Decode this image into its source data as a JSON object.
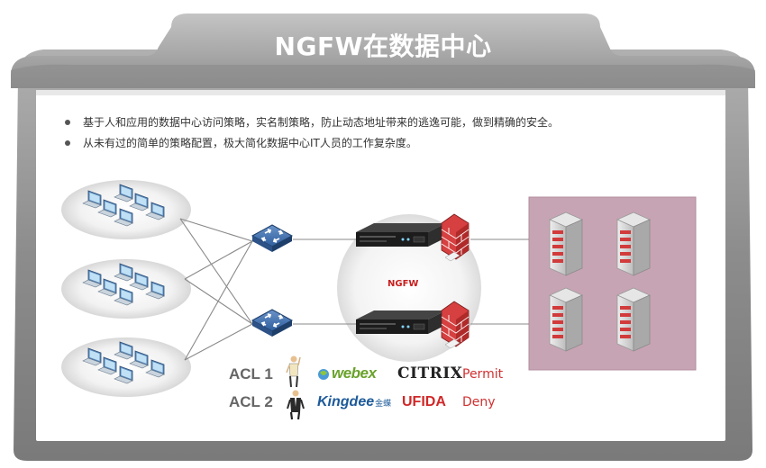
{
  "title": "NGFW在数据中心",
  "bullets": [
    "基于人和应用的数据中心访问策略，实名制策略，防止动态地址带来的逃逸可能，做到精确的安全。",
    "从未有过的简单的策略配置，极大简化数据中心IT人员的工作复杂度。"
  ],
  "ngfw_label": "NGFW",
  "acl": [
    {
      "label": "ACL 1",
      "app1": "webex",
      "app2": "CITRIX",
      "action": "Permit"
    },
    {
      "label": "ACL 2",
      "app1": "Kingdee",
      "app1_suffix": "金蝶",
      "app2": "UFIDA",
      "action": "Deny"
    }
  ],
  "colors": {
    "frame": "#8a8a8a",
    "server_zone": "#c9a5b5",
    "action_red": "#d03030",
    "webex_green": "#6aa22b",
    "kingdee_blue": "#1d5a9a",
    "ufida_red": "#d02828"
  },
  "icons": {
    "client_group": "laptop-cluster-icon",
    "switch": "router-switch-icon",
    "firewall_device": "ngfw-appliance-icon",
    "firewall_wall": "brick-firewall-icon",
    "server": "server-rack-icon",
    "person": "user-figure-icon"
  }
}
